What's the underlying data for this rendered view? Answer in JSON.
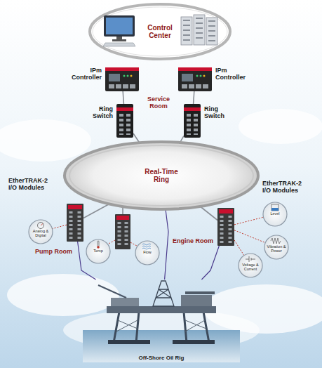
{
  "diagram": {
    "nodes": [
      {
        "text": [
          "Control Center"
        ]
      },
      {
        "text": [
          "IPm Controller"
        ]
      },
      {
        "text": [
          "IPm Controller"
        ]
      },
      {
        "text": [
          "Ring Switch"
        ]
      },
      {
        "text": [
          "Ring Switch"
        ]
      },
      {
        "text": [
          "Real-Time Ring"
        ]
      },
      {
        "text": [
          "EtherTRAK-2 I/O Modules"
        ]
      },
      {
        "text": [
          "EtherTRAK-2 I/O Modules"
        ]
      },
      {
        "text": [
          "Analog & Digital"
        ]
      },
      {
        "text": [
          "Temp"
        ]
      },
      {
        "text": [
          "Flow"
        ]
      },
      {
        "text": [
          "Level"
        ]
      },
      {
        "text": [
          "Vibration & Power"
        ]
      },
      {
        "text": [
          "Voltage & Current"
        ]
      },
      {
        "text": [
          "Off-Shore Oil Rig"
        ]
      }
    ],
    "edges": [
      {
        "from": 1,
        "to": 3,
        "arrow": "none"
      },
      {
        "from": 2,
        "to": 4,
        "arrow": "none"
      },
      {
        "from": 3,
        "to": 5,
        "arrow": "none"
      },
      {
        "from": 4,
        "to": 5,
        "arrow": "none"
      },
      {
        "from": 5,
        "to": 6,
        "arrow": "none"
      },
      {
        "from": 5,
        "to": 7,
        "arrow": "none"
      },
      {
        "from": 6,
        "to": 8,
        "arrow": "none"
      },
      {
        "from": 7,
        "to": 11,
        "arrow": "none"
      },
      {
        "from": 7,
        "to": 12,
        "arrow": "none"
      },
      {
        "from": 7,
        "to": 13,
        "arrow": "none"
      },
      {
        "from": 6,
        "to": 14,
        "arrow": "none"
      },
      {
        "from": 5,
        "to": 14,
        "arrow": "none"
      },
      {
        "from": 7,
        "to": 14,
        "arrow": "none"
      }
    ],
    "labels": [
      "Service Room",
      "Pump Room",
      "Engine Room"
    ]
  }
}
